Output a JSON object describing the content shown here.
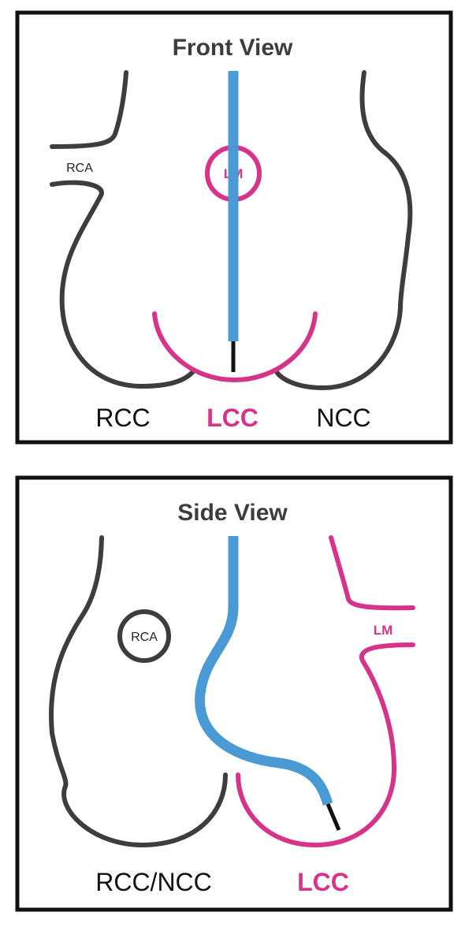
{
  "front_view": {
    "title": "Front View",
    "vessel_label": "RCA",
    "ostium_label": "LM",
    "cusps": {
      "left": "RCC",
      "center": "LCC",
      "right": "NCC"
    }
  },
  "side_view": {
    "title": "Side View",
    "vessel_label": "RCA",
    "ostium_label": "LM",
    "cusps": {
      "left": "RCC/NCC",
      "right": "LCC"
    }
  },
  "colors": {
    "outline": "#3d3d3d",
    "left_coronary": "#d6338a",
    "catheter": "#4a9ad6",
    "frame": "#111111"
  }
}
